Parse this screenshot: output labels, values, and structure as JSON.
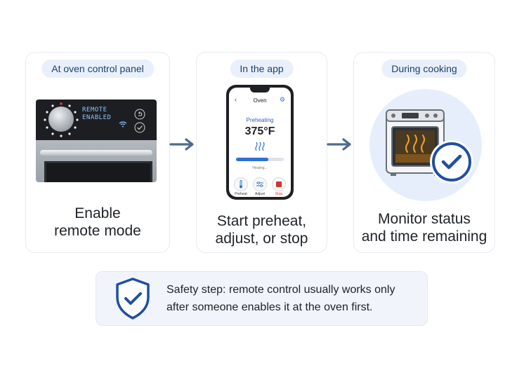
{
  "steps": [
    {
      "pill": "At oven control panel",
      "caption": "Enable\nremote mode"
    },
    {
      "pill": "In the app",
      "caption": "Start preheat,\nadjust, or stop"
    },
    {
      "pill": "During cooking",
      "caption": "Monitor status\nand time remaining"
    }
  ],
  "oven_panel": {
    "display": "REMOTE\nENABLED"
  },
  "phone_app": {
    "title": "Oven",
    "status": "Preheating",
    "temperature": "375°F",
    "progress": 0.68,
    "progress_text": "Heating...",
    "buttons": {
      "preheat": "Preheat",
      "adjust": "Adjust",
      "stop": "Stop"
    }
  },
  "safety": {
    "text": "Safety step: remote control usually works only\nafter someone enables it at the oven first."
  },
  "colors": {
    "accent": "#2f6fd6",
    "pill_bg": "#e9f0fb",
    "arrow": "#4e6a92",
    "stop_red": "#d8322b",
    "heat_orange": "#f0a020"
  }
}
